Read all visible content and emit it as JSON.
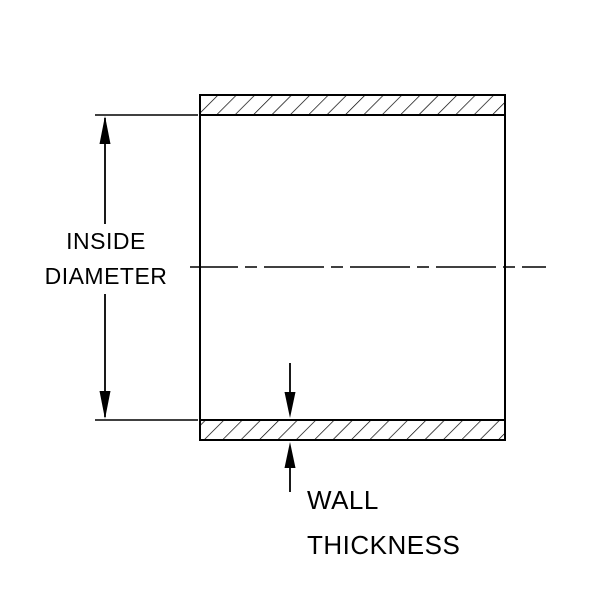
{
  "diagram": {
    "inside_diameter_label": {
      "line1": "INSIDE",
      "line2": "DIAMETER"
    },
    "wall_thickness_label": {
      "line1": "WALL",
      "line2": "THICKNESS"
    },
    "colors": {
      "line": "#000000",
      "background": "#ffffff"
    }
  }
}
